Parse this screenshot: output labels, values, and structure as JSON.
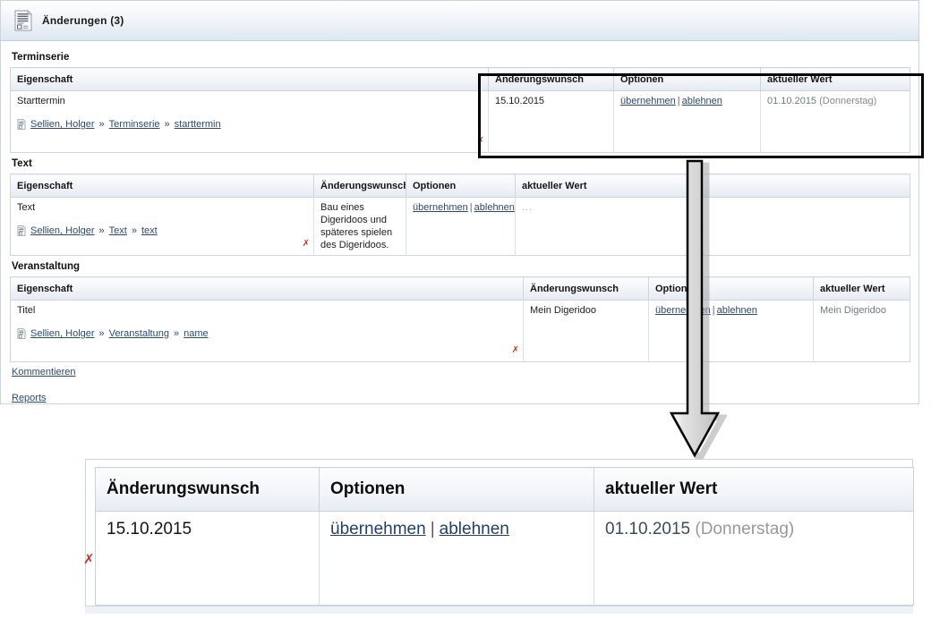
{
  "header": {
    "icon": "changes-document-icon",
    "title": "Änderungen (3)"
  },
  "columns": {
    "eigenschaft": "Eigenschaft",
    "aenderungswunsch": "Änderungswunsch",
    "optionen": "Optionen",
    "aktueller_wert": "aktueller Wert"
  },
  "options": {
    "accept": "übernehmen",
    "reject": "ablehnen",
    "separator": "|"
  },
  "sections": [
    {
      "title": "Terminserie",
      "property_label": "Starttermin",
      "link_user": "Sellien, Holger",
      "link_chev1": "»",
      "link_entity": "Terminserie",
      "link_chev2": "»",
      "link_field": "starttermin",
      "delete_marker": "✗",
      "requested_value": "15.10.2015",
      "current_value": "01.10.2015",
      "current_value_suffix": "(Donnerstag)"
    },
    {
      "title": "Text",
      "property_label": "Text",
      "link_user": "Sellien, Holger",
      "link_chev1": "»",
      "link_entity": "Text",
      "link_chev2": "»",
      "link_field": "text",
      "delete_marker": "✗",
      "requested_value": "Bau eines Digeridoos und späteres spielen des Digeridoos.",
      "current_value": "...",
      "current_value_suffix": ""
    },
    {
      "title": "Veranstaltung",
      "property_label": "Titel",
      "link_user": "Sellien, Holger",
      "link_chev1": "»",
      "link_entity": "Veranstaltung",
      "link_chev2": "»",
      "link_field": "name",
      "delete_marker": "✗",
      "requested_value": "Mein Digeridoo",
      "current_value": "Mein Digeridoo",
      "current_value_suffix": ""
    }
  ],
  "footer": {
    "comment_link": "Kommentieren",
    "reports_link": "Reports"
  },
  "detail": {
    "requested_value": "15.10.2015",
    "current_value": "01.10.2015",
    "current_value_suffix": "(Donnerstag)",
    "delete_marker": "✗"
  },
  "annotations": {
    "big_arrow": "down-arrow-callout",
    "up_arrow_accept": "up-arrow-pointing-at-uebernehmen",
    "up_arrow_reject": "up-arrow-pointing-at-ablehnen",
    "highlight_box": "black-highlight-rectangle"
  },
  "colors": {
    "link": "#2b4a73",
    "danger": "#c0392b",
    "header_gradient_top": "#ffffff",
    "header_gradient_bottom": "#dde7f0",
    "panel_border": "#c8d4e0",
    "annotation_gray": "#d4d4d4"
  }
}
